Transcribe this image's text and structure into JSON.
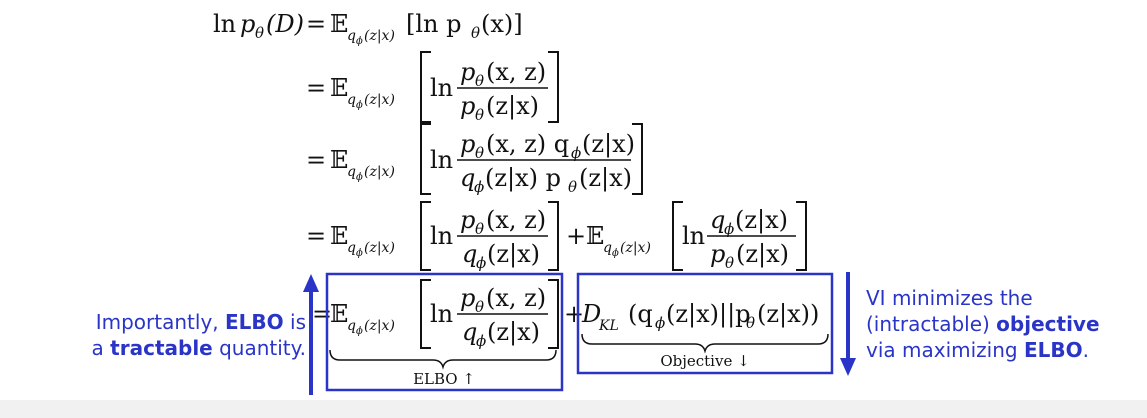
{
  "equation": {
    "line1": {
      "lhs_ln": "ln",
      "lhs_p": "p",
      "lhs_theta": "θ",
      "lhs_arg": "(D)",
      "eq": "=",
      "E": "𝔼",
      "sub_q": "q",
      "sub_phi": "ϕ",
      "sub_arg": "(z|x)",
      "rhs": "[ln p",
      "rhs_theta": "θ",
      "rhs_end": "(x)]"
    },
    "line2": {
      "eq": "=",
      "ln": "ln",
      "num": "p",
      "num_theta": "θ",
      "num_arg": "(x, z)",
      "den": "p",
      "den_theta": "θ",
      "den_arg": "(z|x)"
    },
    "line3": {
      "eq": "=",
      "ln": "ln",
      "num": "p",
      "num_theta": "θ",
      "num_arg": "(x, z) q",
      "num_phi": "ϕ",
      "num_arg2": "(z|x)",
      "den": "q",
      "den_phi": "ϕ",
      "den_arg": "(z|x) p",
      "den_theta": "θ",
      "den_arg2": "(z|x)"
    },
    "line4": {
      "eq": "=",
      "plus": "+",
      "t1_ln": "ln",
      "t1_num": "p",
      "t1_num_theta": "θ",
      "t1_num_arg": "(x, z)",
      "t1_den": "q",
      "t1_den_phi": "ϕ",
      "t1_den_arg": "(z|x)",
      "t2_ln": "ln",
      "t2_num": "q",
      "t2_num_phi": "ϕ",
      "t2_num_arg": "(z|x)",
      "t2_den": "p",
      "t2_den_theta": "θ",
      "t2_den_arg": "(z|x)"
    },
    "line5": {
      "eq": "=",
      "plus": "+",
      "ln": "ln",
      "num": "p",
      "num_theta": "θ",
      "num_arg": "(x, z)",
      "den": "q",
      "den_phi": "ϕ",
      "den_arg": "(z|x)",
      "kl_D": "D",
      "kl_sub": "KL",
      "kl_open": "(q",
      "kl_phi": "ϕ",
      "kl_mid": "(z|x)||p",
      "kl_theta": "θ",
      "kl_end": "(z|x))",
      "elbo_label": "ELBO ↑",
      "objective_label": "Objective ↓"
    }
  },
  "left_note": {
    "line1_pre": "Importantly, ",
    "line1_bold": "ELBO",
    "line1_post": " is",
    "line2_pre": "a ",
    "line2_bold": "tractable",
    "line2_post": " quantity."
  },
  "right_note": {
    "line1": "VI minimizes the",
    "line2_pre": "(intractable) ",
    "line2_bold": "objective",
    "line3_pre": "via maximizing ",
    "line3_bold": "ELBO",
    "line3_post": "."
  },
  "colors": {
    "accent": "#2a35c7",
    "text": "#111111"
  }
}
